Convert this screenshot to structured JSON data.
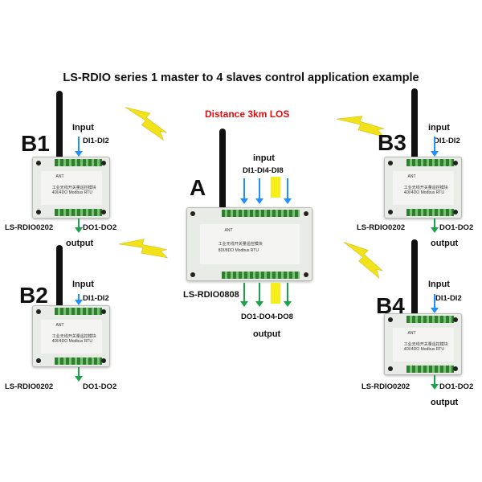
{
  "title": "LS-RDIO series 1 master to 4 slaves control application example",
  "distance": "Distance 3km LOS",
  "device_text": {
    "ant": "ANT",
    "chinese": "工业无线开关量遥控模块",
    "model_4": "4DI/4DO Modbus RTU",
    "model_8": "8DI/8DO Modbus RTU"
  },
  "master": {
    "label": "A",
    "input": "input",
    "di": "DI1-DI4-DI8",
    "model": "LS-RDIO0808",
    "do": "DO1-DO4-DO8",
    "output": "output"
  },
  "slaves": [
    {
      "label": "B1",
      "input": "Input",
      "di": "DI1-DI2",
      "model": "LS-RDIO0202",
      "do": "DO1-DO2",
      "output": "output"
    },
    {
      "label": "B2",
      "input": "Input",
      "di": "DI1-DI2",
      "model": "LS-RDIO0202",
      "do": "DO1-DO2"
    },
    {
      "label": "B3",
      "input": "input",
      "di": "DI1-DI2",
      "model": "LS-RDIO0202",
      "do": "DO1-DO2",
      "output": "output"
    },
    {
      "label": "B4",
      "input": "Input",
      "di": "DI1-DI2",
      "model": "LS-RDIO0202",
      "do": "DO1-DO2",
      "output": "output"
    }
  ],
  "colors": {
    "input_arrow": "#1e90ff",
    "output_arrow": "#1aa34a",
    "lightning": "#f2e21a",
    "distance": "#e01010"
  }
}
